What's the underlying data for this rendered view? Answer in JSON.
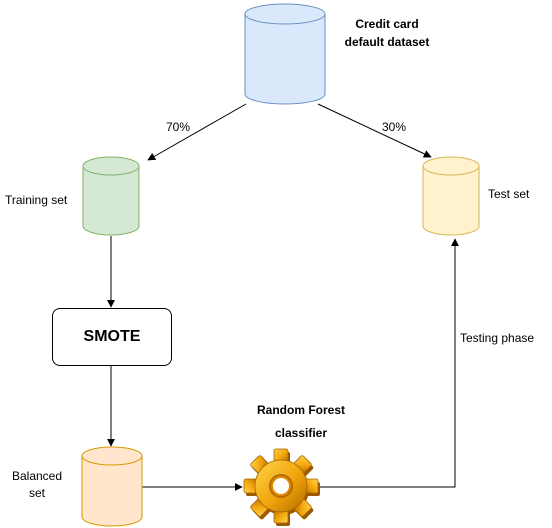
{
  "nodes": {
    "dataset": {
      "label_line1": "Credit card",
      "label_line2": "default dataset"
    },
    "training": {
      "label": "Training set"
    },
    "test": {
      "label": "Test set"
    },
    "smote": {
      "label": "SMOTE"
    },
    "balanced": {
      "label_line1": "Balanced",
      "label_line2": "set"
    },
    "classifier": {
      "label_line1": "Random Forest",
      "label_line2": "classifier"
    }
  },
  "edges": {
    "to_training": "70%",
    "to_test": "30%",
    "testing": "Testing phase"
  },
  "colors": {
    "dataset_fill": "#dae8fc",
    "dataset_stroke": "#6c8ebf",
    "training_fill": "#d5e8d4",
    "training_stroke": "#82b366",
    "test_fill": "#fff2cc",
    "test_stroke": "#d6b656",
    "balanced_fill": "#ffe6cc",
    "balanced_stroke": "#d79b00",
    "gear": "#f0a30a"
  },
  "icons": {
    "classifier": "gear-icon"
  }
}
